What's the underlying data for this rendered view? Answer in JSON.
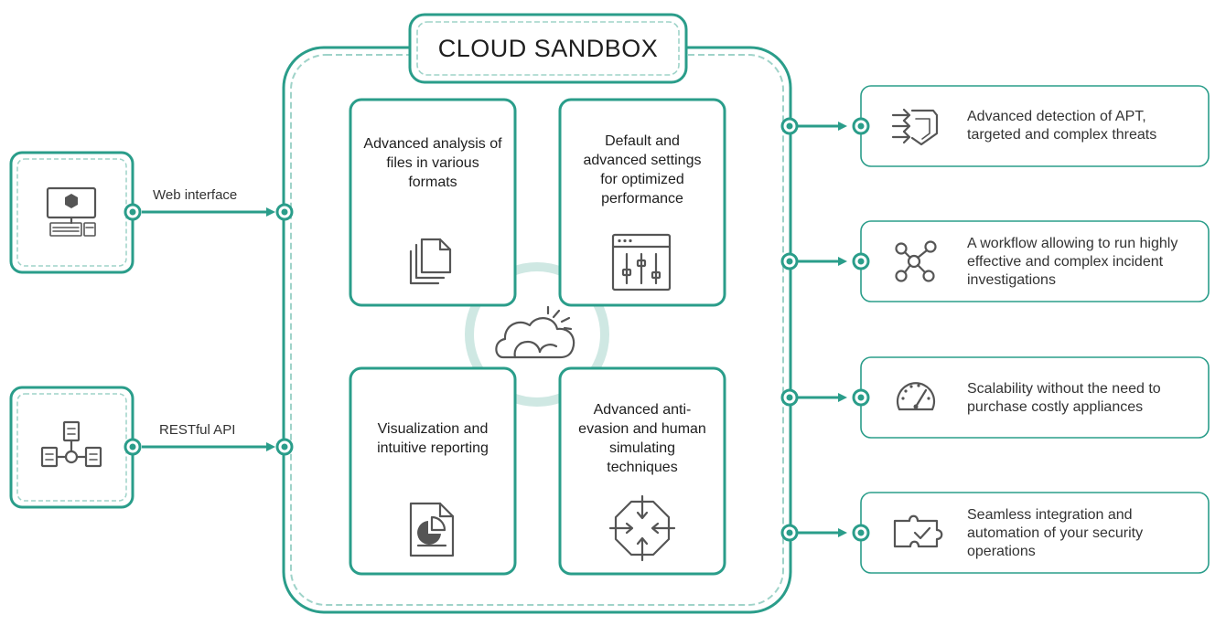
{
  "title": "CLOUD SANDBOX",
  "colors": {
    "accent": "#2a9d8a",
    "accent_light": "#cfe8e3",
    "icon": "#555555",
    "text": "#1e1e1e"
  },
  "inputs": [
    {
      "label": "Web interface",
      "icon": "computer-icon"
    },
    {
      "label": "RESTful API",
      "icon": "api-network-icon"
    }
  ],
  "features": [
    {
      "text": "Advanced analysis of files in various formats",
      "icon": "documents-icon"
    },
    {
      "text": "Default and advanced settings for optimized performance",
      "icon": "settings-sliders-icon"
    },
    {
      "text": "Visualization and intuitive reporting",
      "icon": "report-chart-icon"
    },
    {
      "text": "Advanced anti-evasion and human simulating techniques",
      "icon": "target-arrows-icon"
    }
  ],
  "center_icon": "cloud-icon",
  "outputs": [
    {
      "text": "Advanced detection of APT, targeted and complex threats",
      "icon": "shield-icon"
    },
    {
      "text": "A workflow allowing to run highly effective and complex incident investigations",
      "icon": "workflow-nodes-icon"
    },
    {
      "text": "Scalability without the need to purchase costly appliances",
      "icon": "speedometer-icon"
    },
    {
      "text": "Seamless integration and automation of your security operations",
      "icon": "puzzle-check-icon"
    }
  ]
}
